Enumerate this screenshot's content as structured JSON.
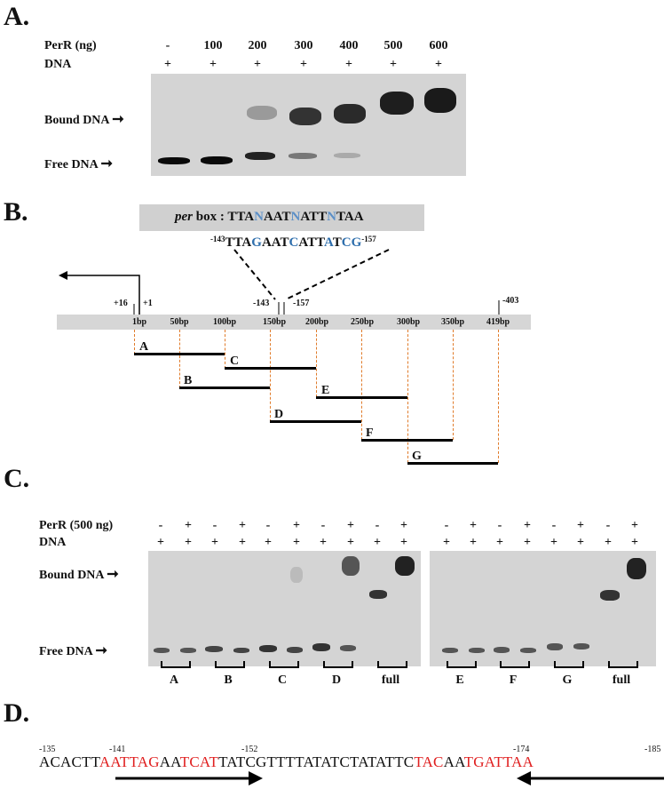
{
  "panelA": {
    "label": "A.",
    "row_perR_label": "PerR (ng)",
    "row_dna_label": "DNA",
    "perR_values": [
      "-",
      "100",
      "200",
      "300",
      "400",
      "500",
      "600"
    ],
    "dna_values": [
      "+",
      "+",
      "+",
      "+",
      "+",
      "+",
      "+"
    ],
    "bound_label": "Bound DNA",
    "free_label": "Free DNA"
  },
  "panelB": {
    "label": "B.",
    "perbox_prefix": "per",
    "perbox_text": " box : TTANAATNATTNTAA",
    "seq_left_num": "-143",
    "seq": "TTAGAATCATTATCG",
    "seq_right_num": "-157",
    "pos_plus16": "+16",
    "pos_plus1": "+1",
    "pos_m143": "-143",
    "pos_m157": "-157",
    "pos_m403": "-403",
    "scale": [
      "1bp",
      "50bp",
      "100bp",
      "150bp",
      "200bp",
      "250bp",
      "300bp",
      "350bp",
      "419bp"
    ],
    "fragments": [
      "A",
      "B",
      "C",
      "D",
      "E",
      "F",
      "G"
    ]
  },
  "panelC": {
    "label": "C.",
    "row_perR_label": "PerR (500 ng)",
    "row_dna_label": "DNA",
    "left_perR": [
      "-",
      "+",
      "-",
      "+",
      "-",
      "+",
      "-",
      "+",
      "-",
      "+"
    ],
    "right_perR": [
      "-",
      "+",
      "-",
      "+",
      "-",
      "+",
      "-",
      "+"
    ],
    "dna_mark": "+",
    "bound_label": "Bound DNA",
    "free_label": "Free DNA",
    "left_groups": [
      "A",
      "B",
      "C",
      "D",
      "full"
    ],
    "right_groups": [
      "E",
      "F",
      "G",
      "full"
    ]
  },
  "panelD": {
    "label": "D.",
    "pos_m135": "-135",
    "pos_m141": "-141",
    "pos_m152": "-152",
    "pos_m174": "-174",
    "pos_m185": "-185",
    "seq_parts": [
      {
        "t": "ACACTT",
        "c": "black"
      },
      {
        "t": "AATTAG",
        "c": "red"
      },
      {
        "t": "AA",
        "c": "black"
      },
      {
        "t": "T",
        "c": "red"
      },
      {
        "t": "CAT",
        "c": "red"
      },
      {
        "t": "TATCGTTTTATATCTATATTC",
        "c": "black"
      },
      {
        "t": "TAC",
        "c": "red"
      },
      {
        "t": "AA",
        "c": "black"
      },
      {
        "t": "T",
        "c": "red"
      },
      {
        "t": "GATTAA",
        "c": "red"
      }
    ]
  }
}
